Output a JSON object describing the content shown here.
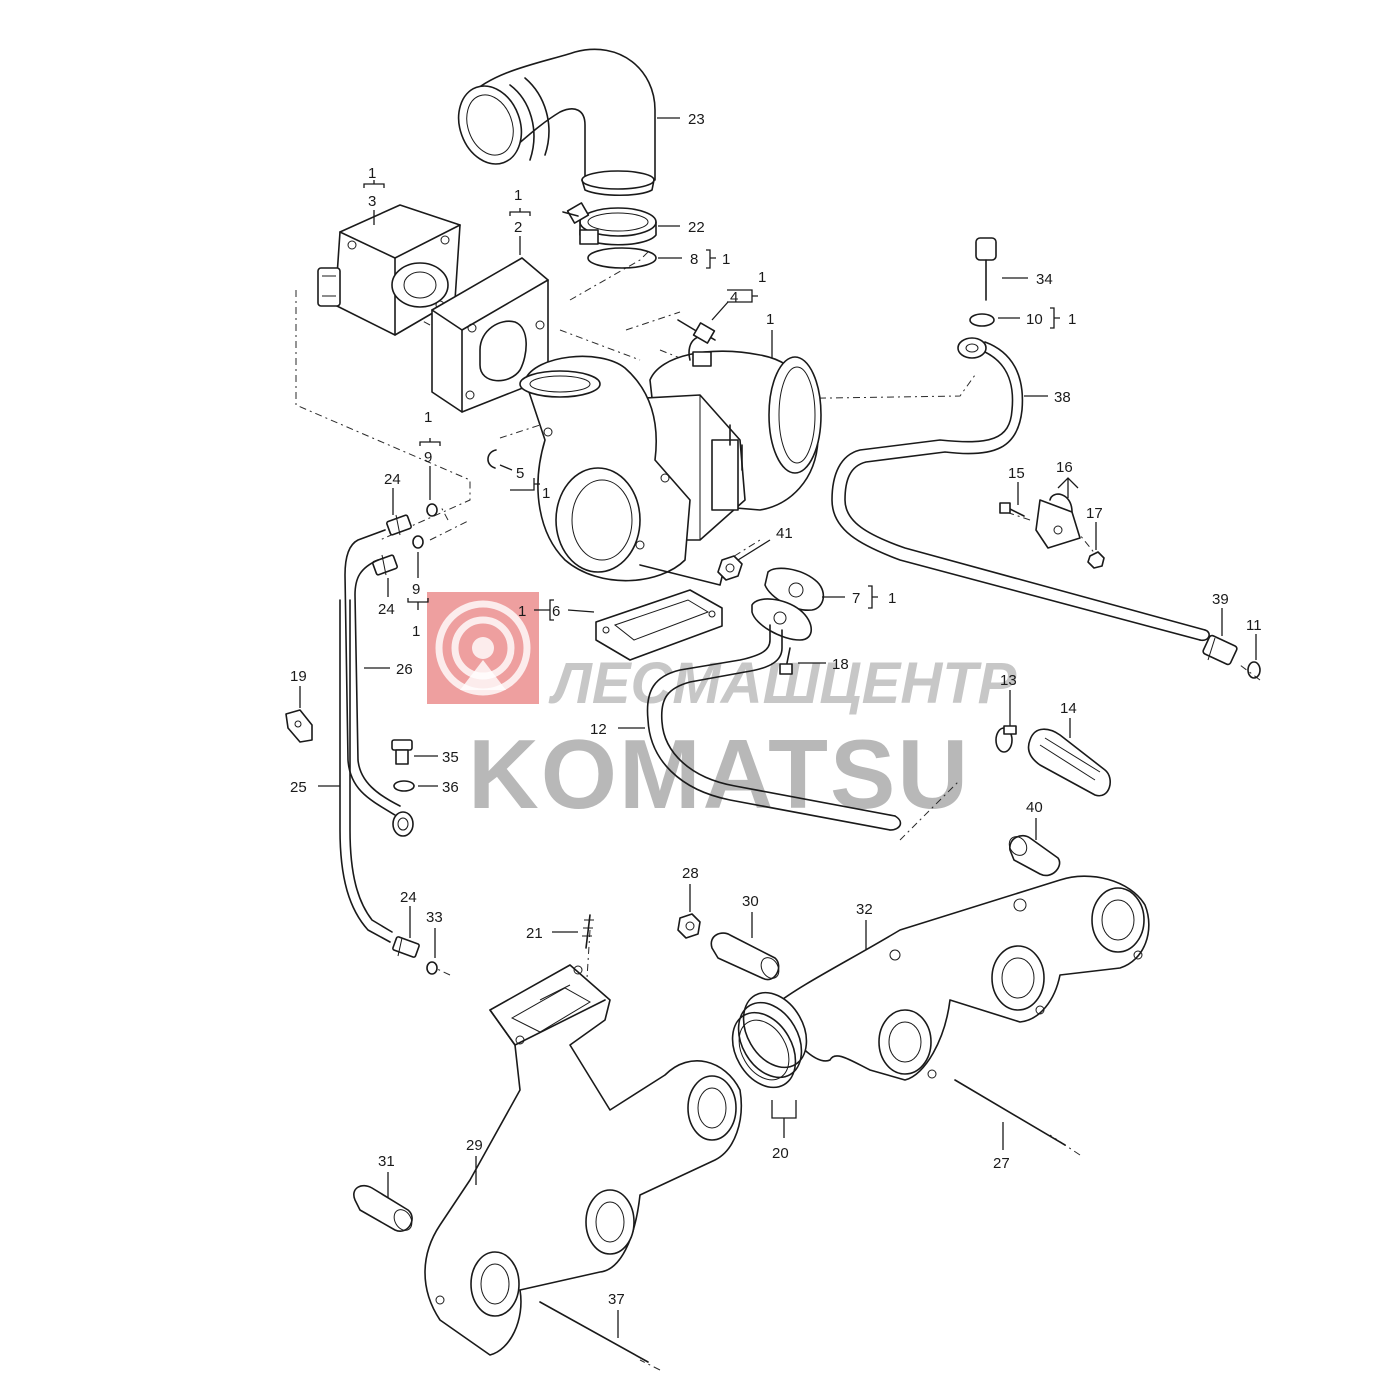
{
  "watermark": {
    "line1": "ЛЕСМАШЦЕНТР",
    "line2": "KOMATSU",
    "logo_color": "#e05050",
    "text_color": "#8a8a8a"
  },
  "labels": {
    "l1_top": "1",
    "l3": "3",
    "l1_b": "1",
    "l2": "2",
    "l23": "23",
    "l22": "22",
    "l8": "8",
    "l8_1": "1",
    "l4": "4",
    "l4_1": "1",
    "l1_turbo": "1",
    "l34": "34",
    "l10": "10",
    "l10_1": "1",
    "l38": "38",
    "l1_c": "1",
    "l9_top": "9",
    "l5": "5",
    "l5_1": "1",
    "l24_a": "24",
    "l24_b": "24",
    "l9_bot": "9",
    "l1_d": "1",
    "l41": "41",
    "l7": "7",
    "l7_1": "1",
    "l15": "15",
    "l16": "16",
    "l17": "17",
    "l39": "39",
    "l11": "11",
    "l6_1": "1",
    "l6": "6",
    "l18": "18",
    "l19": "19",
    "l26": "26",
    "l12": "12",
    "l13": "13",
    "l14": "14",
    "l35": "35",
    "l36": "36",
    "l25": "25",
    "l40": "40",
    "l28": "28",
    "l30": "30",
    "l32": "32",
    "l24_c": "24",
    "l33": "33",
    "l21": "21",
    "l20": "20",
    "l27": "27",
    "l31": "31",
    "l29": "29",
    "l37": "37"
  }
}
